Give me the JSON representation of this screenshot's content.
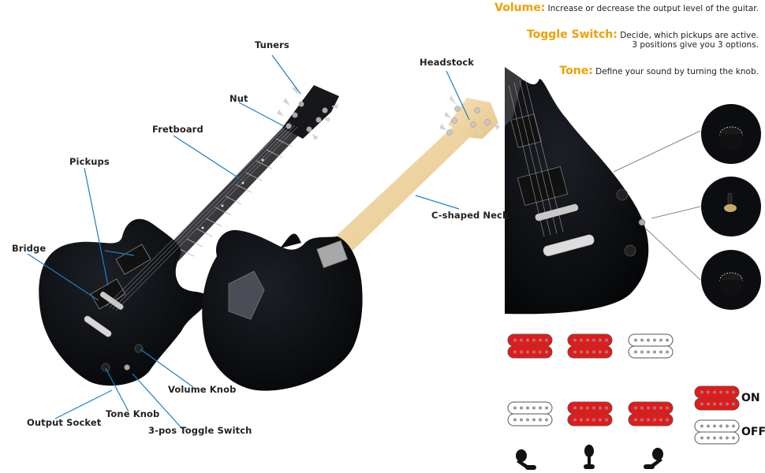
{
  "diagram": {
    "left_labels": {
      "tuners": "Tuners",
      "nut": "Nut",
      "fretboard": "Fretboard",
      "pickups": "Pickups",
      "bridge": "Bridge",
      "headstock": "Headstock",
      "c_shaped_neck": "C-shaped Neck",
      "volume_knob": "Volume Knob",
      "tone_knob": "Tone Knob",
      "output_socket": "Output Socket",
      "toggle_switch": "3-pos Toggle Switch"
    },
    "controls_info": [
      {
        "key": "Volume:",
        "text": "Increase or decrease the output level of the guitar."
      },
      {
        "key": "Toggle Switch:",
        "text": "Decide, which pickups are active.",
        "text2": "3 positions give you 3 options."
      },
      {
        "key": "Tone:",
        "text": "Define your sound by turning the knob."
      }
    ],
    "pickup_positions": [
      {
        "position": "up",
        "neck": "on",
        "bridge": "on"
      },
      {
        "position": "middle",
        "neck": "on",
        "bridge": "on"
      },
      {
        "position": "down",
        "neck": "off",
        "bridge": "on"
      }
    ],
    "legend": {
      "on": "ON",
      "off": "OFF"
    },
    "colors": {
      "accent": "#f0a000",
      "leader_line": "#1a7fc8",
      "pickup_on": "#e81818",
      "pickup_off": "#ffffff",
      "body": "#0a0c10",
      "maple_neck": "#f2d9a6"
    }
  }
}
